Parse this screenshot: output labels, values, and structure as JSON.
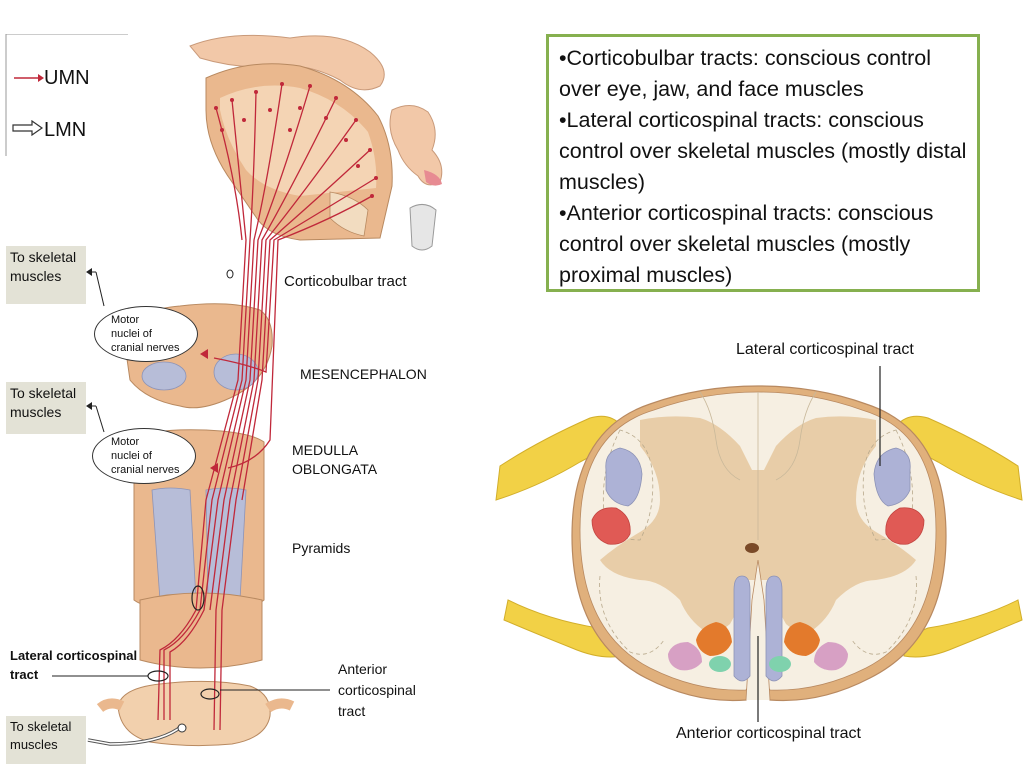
{
  "legend": {
    "umn": "UMN",
    "lmn": "LMN",
    "umn_color": "#c0283a"
  },
  "info_box": {
    "bullet1": "•Corticobulbar tracts: conscious control over eye, jaw, and face muscles",
    "bullet2": "•Lateral corticospinal tracts: conscious control over skeletal muscles (mostly distal muscles)",
    "bullet3": "•Anterior corticospinal tracts: conscious control over skeletal muscles (mostly proximal muscles)",
    "border_color": "#86b04f"
  },
  "left_diagram": {
    "corticobulbar_label": "Corticobulbar tract",
    "mesencephalon_label": "MESENCEPHALON",
    "medulla_label_1": "MEDULLA",
    "medulla_label_2": "OBLONGATA",
    "pyramids_label": "Pyramids",
    "lateral_label_1": "Lateral corticospinal",
    "lateral_label_2": "tract",
    "anterior_label_1": "Anterior",
    "anterior_label_2": "corticospinal",
    "anterior_label_3": "tract",
    "muscles_1_a": "To skeletal",
    "muscles_1_b": "muscles",
    "muscles_2_a": "To skeletal",
    "muscles_2_b": "muscles",
    "muscles_3_a": "To skeletal",
    "muscles_3_b": "muscles",
    "motor_nuclei_1_a": "Motor",
    "motor_nuclei_1_b": "nuclei of",
    "motor_nuclei_1_c": "cranial nerves",
    "motor_nuclei_2_a": "Motor",
    "motor_nuclei_2_b": "nuclei of",
    "motor_nuclei_2_c": "cranial nerves"
  },
  "right_diagram": {
    "lateral_label": "Lateral corticospinal tract",
    "anterior_label": "Anterior corticospinal tract"
  }
}
